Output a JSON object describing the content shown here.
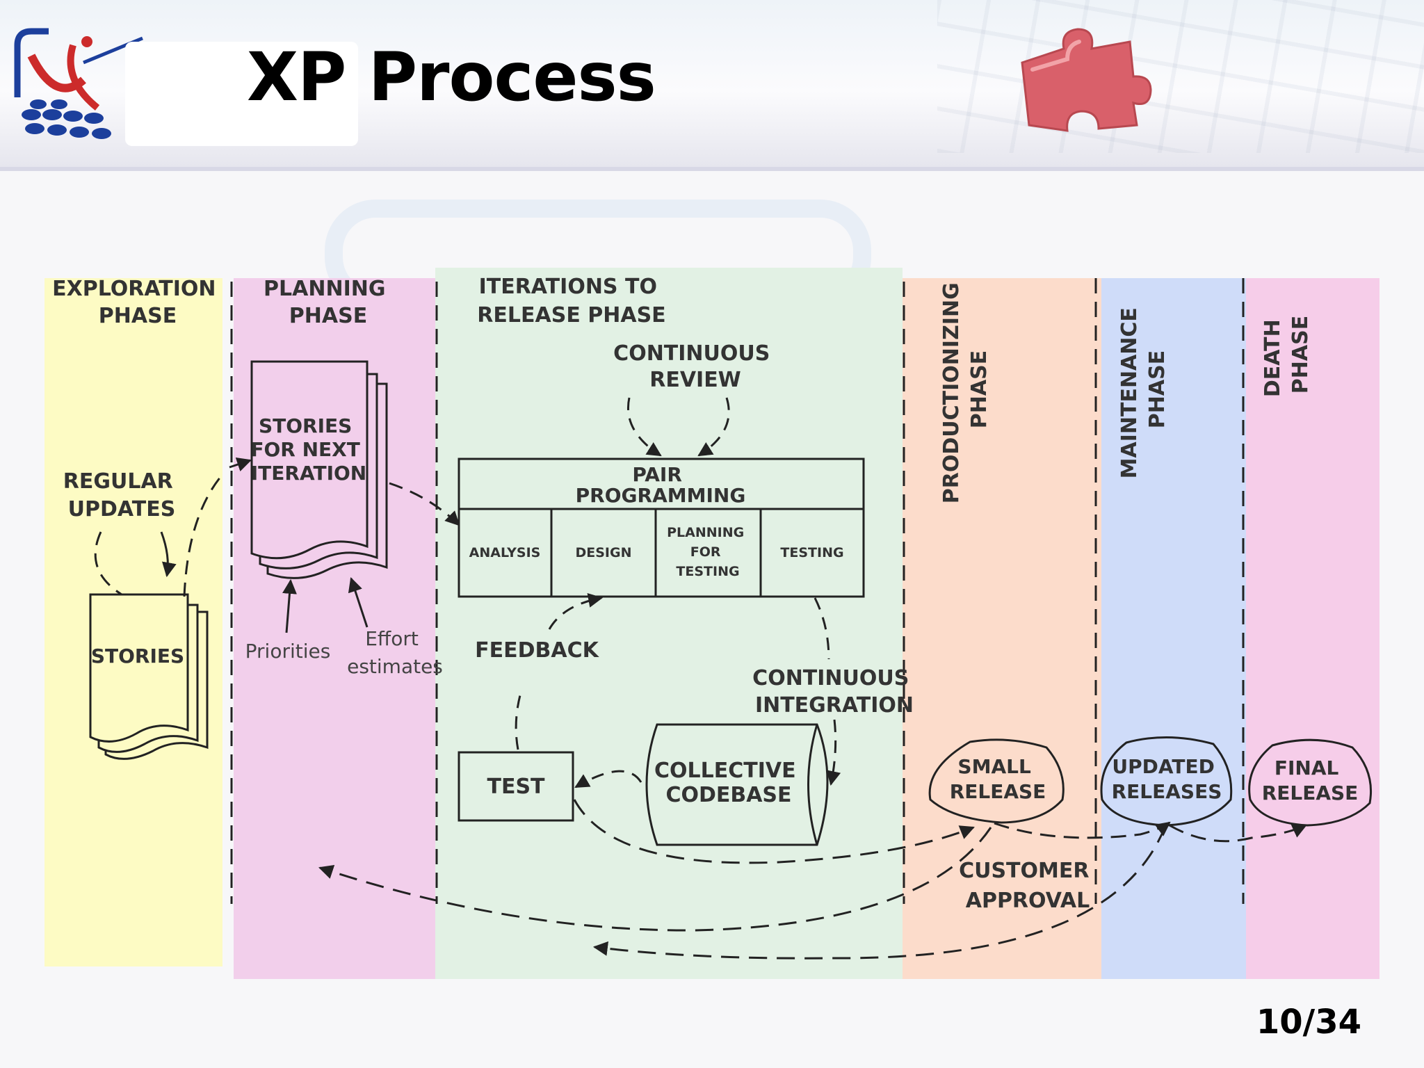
{
  "slide": {
    "title": "XP Process",
    "page_number": "10/34"
  },
  "colors": {
    "exploration": "#fdfbc4",
    "planning": "#f2cfeb",
    "iterations": "#e2f1e4",
    "productionizing": "#fcdccb",
    "maintenance": "#cfdcf9",
    "death": "#f6cde9",
    "ink": "#222222"
  },
  "phases": {
    "exploration": {
      "line1": "EXPLORATION",
      "line2": "PHASE"
    },
    "planning": {
      "line1": "PLANNING",
      "line2": "PHASE"
    },
    "iterations": {
      "line1": "ITERATIONS TO",
      "line2": "RELEASE PHASE"
    },
    "productionizing": {
      "line1": "PRODUCTIONIZING",
      "line2": "PHASE"
    },
    "maintenance": {
      "line1": "MAINTENANCE",
      "line2": "PHASE"
    },
    "death": {
      "line1": "DEATH",
      "line2": "PHASE"
    }
  },
  "nodes": {
    "regular_updates": {
      "line1": "REGULAR",
      "line2": "UPDATES"
    },
    "stories": "STORIES",
    "stories_next": {
      "line1": "STORIES",
      "line2": "FOR NEXT",
      "line3": "ITERATION"
    },
    "priorities": "Priorities",
    "effort": {
      "line1": "Effort",
      "line2": "estimates"
    },
    "continuous_review": {
      "line1": "CONTINUOUS",
      "line2": "REVIEW"
    },
    "pair_programming": {
      "line1": "PAIR",
      "line2": "PROGRAMMING"
    },
    "cells": {
      "analysis": "ANALYSIS",
      "design": "DESIGN",
      "planning_for_testing": {
        "line1": "PLANNING",
        "line2": "FOR",
        "line3": "TESTING"
      },
      "testing": "TESTING"
    },
    "feedback": "FEEDBACK",
    "continuous_integration": {
      "line1": "CONTINUOUS",
      "line2": "INTEGRATION"
    },
    "test": "TEST",
    "collective_codebase": {
      "line1": "COLLECTIVE",
      "line2": "CODEBASE"
    },
    "small_release": {
      "line1": "SMALL",
      "line2": "RELEASE"
    },
    "customer_approval": {
      "line1": "CUSTOMER",
      "line2": "APPROVAL"
    },
    "updated_releases": {
      "line1": "UPDATED",
      "line2": "RELEASES"
    },
    "final_release": {
      "line1": "FINAL",
      "line2": "RELEASE"
    }
  }
}
